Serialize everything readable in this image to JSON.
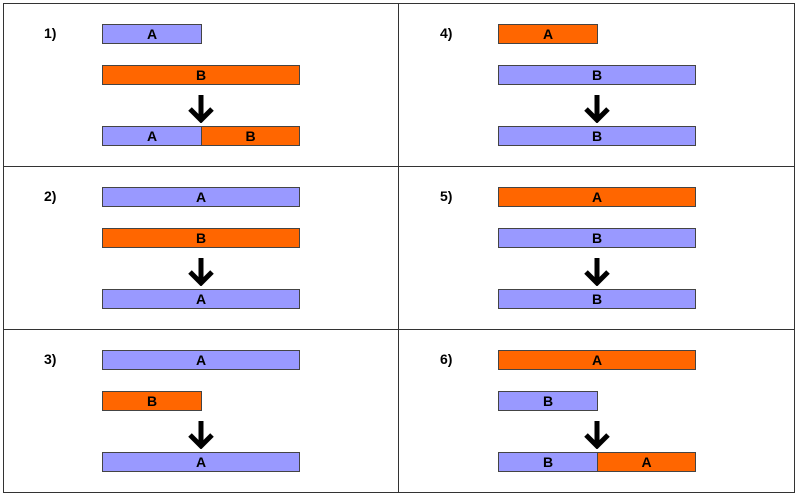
{
  "panels": [
    {
      "number": "1)",
      "top": {
        "label": "A",
        "color": "blue",
        "width": "short"
      },
      "middle": {
        "label": "B",
        "color": "orange",
        "width": "long"
      },
      "result": [
        {
          "label": "A",
          "color": "blue"
        },
        {
          "label": "B",
          "color": "orange"
        }
      ]
    },
    {
      "number": "2)",
      "top": {
        "label": "A",
        "color": "blue",
        "width": "long"
      },
      "middle": {
        "label": "B",
        "color": "orange",
        "width": "long"
      },
      "result": [
        {
          "label": "A",
          "color": "blue"
        }
      ]
    },
    {
      "number": "3)",
      "top": {
        "label": "A",
        "color": "blue",
        "width": "long"
      },
      "middle": {
        "label": "B",
        "color": "orange",
        "width": "short"
      },
      "result": [
        {
          "label": "A",
          "color": "blue"
        }
      ]
    },
    {
      "number": "4)",
      "top": {
        "label": "A",
        "color": "orange",
        "width": "short"
      },
      "middle": {
        "label": "B",
        "color": "blue",
        "width": "long"
      },
      "result": [
        {
          "label": "B",
          "color": "blue"
        }
      ]
    },
    {
      "number": "5)",
      "top": {
        "label": "A",
        "color": "orange",
        "width": "long"
      },
      "middle": {
        "label": "B",
        "color": "blue",
        "width": "long"
      },
      "result": [
        {
          "label": "B",
          "color": "blue"
        }
      ]
    },
    {
      "number": "6)",
      "top": {
        "label": "A",
        "color": "orange",
        "width": "long"
      },
      "middle": {
        "label": "B",
        "color": "blue",
        "width": "short"
      },
      "result": [
        {
          "label": "B",
          "color": "blue"
        },
        {
          "label": "A",
          "color": "orange"
        }
      ]
    }
  ],
  "colors": {
    "blue": "#9999ff",
    "orange": "#ff6600",
    "arrow": "#000000"
  }
}
